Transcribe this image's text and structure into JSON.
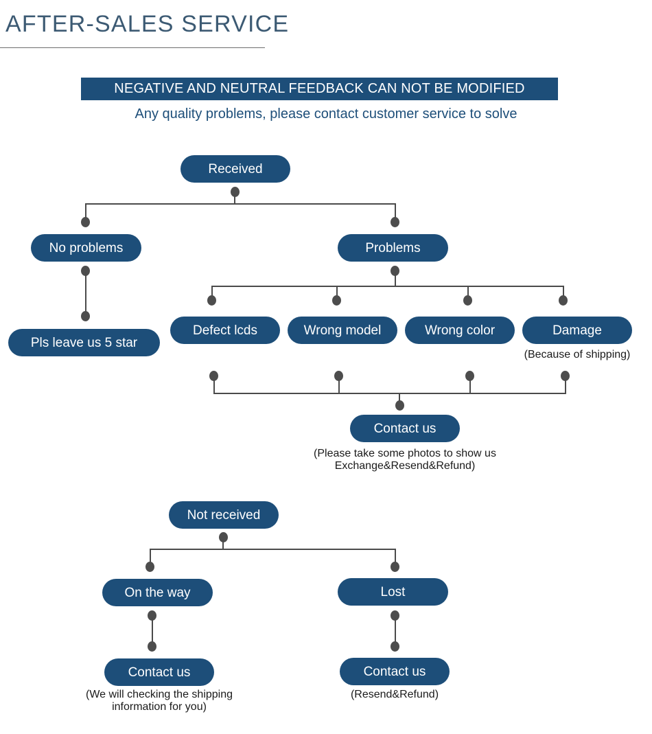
{
  "header": {
    "title": "AFTER-SALES SERVICE"
  },
  "banner": {
    "text": "NEGATIVE AND NEUTRAL FEEDBACK CAN NOT BE MODIFIED"
  },
  "subtitle": {
    "text": "Any quality problems, please contact customer service to solve"
  },
  "theme": {
    "node_fill": "#1d4e79",
    "node_text": "#ffffff",
    "title_color": "#3c5a73",
    "connector_color": "#4a4a4a",
    "dot_color": "#4d4d4d",
    "background": "#ffffff"
  },
  "flow_received": {
    "root": "Received",
    "branch_left": "No problems",
    "branch_right": "Problems",
    "no_problems_result": "Pls leave us 5 star",
    "problem_types": [
      "Defect lcds",
      "Wrong model",
      "Wrong color",
      "Damage"
    ],
    "damage_caption": "(Because of shipping)",
    "merge_node": "Contact us",
    "merge_caption": "(Please take some photos to show us\nExchange&Resend&Refund)"
  },
  "flow_not_received": {
    "root": "Not received",
    "branch_left": "On the way",
    "branch_right": "Lost",
    "left_result": "Contact us",
    "left_caption": "(We will checking the shipping\ninformation for you)",
    "right_result": "Contact us",
    "right_caption": "(Resend&Refund)"
  }
}
